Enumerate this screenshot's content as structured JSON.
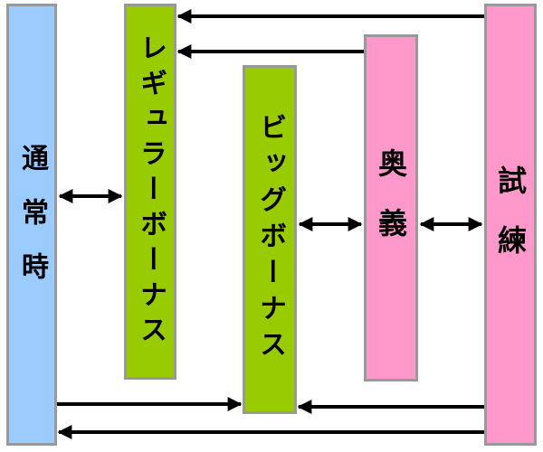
{
  "colors": {
    "normal": "#9ccbff",
    "bonus": "#99cc00",
    "pink": "#ff99cc",
    "border": "#999999",
    "arrow": "#000000"
  },
  "boxes": {
    "normal": {
      "label": "通常時"
    },
    "regular_bonus": {
      "label": "レギュラーボーナス"
    },
    "big_bonus": {
      "label": "ビッグボーナス"
    },
    "ougi": {
      "label": "奥義"
    },
    "shiren": {
      "label": "試練"
    }
  }
}
